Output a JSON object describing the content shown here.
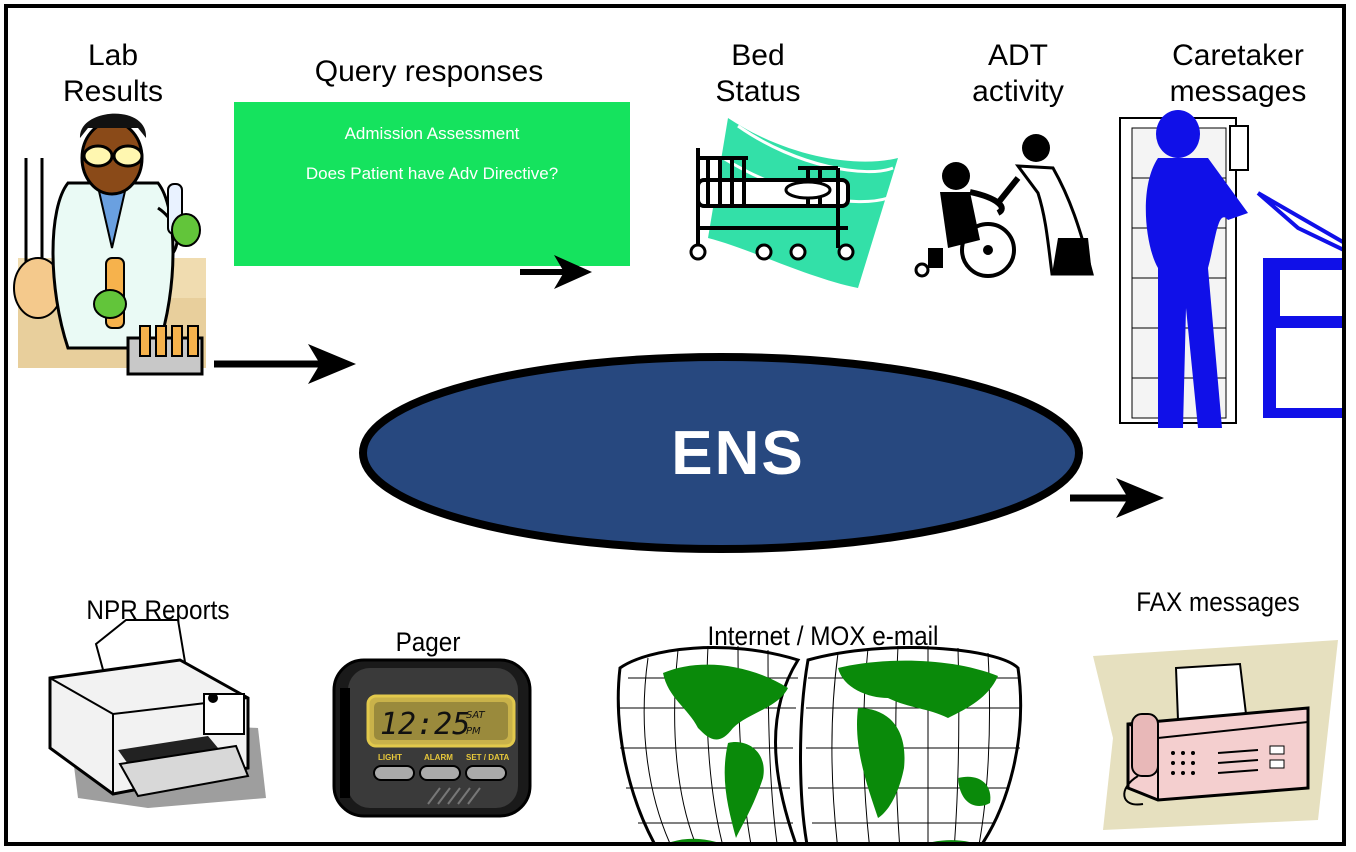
{
  "labels": {
    "lab_results_line1": "Lab",
    "lab_results_line2": "Results",
    "query_responses": "Query responses",
    "bed_status_line1": "Bed",
    "bed_status_line2": "Status",
    "adt_line1": "ADT",
    "adt_line2": "activity",
    "caretaker_line1": "Caretaker",
    "caretaker_line2": "messages",
    "npr_reports": "NPR Reports",
    "pager": "Pager",
    "internet_email": "Internet / MOX e-mail",
    "fax_messages": "FAX messages"
  },
  "query_box": {
    "line1": "Admission Assessment",
    "line2": "Does Patient have Adv Directive?"
  },
  "center": {
    "label": "ENS"
  },
  "pager_display": {
    "time": "12:25",
    "day": "SAT",
    "ampm": "PM",
    "btn_light": "LIGHT",
    "btn_alarm": "ALARM",
    "btn_set": "SET / DATA"
  },
  "colors": {
    "ens_fill": "#27487f",
    "query_box": "#15e35e",
    "caretaker_blue": "#1010e8",
    "map_green": "#0a8a0a",
    "bed_swoosh": "#33e0a8",
    "fax_backdrop": "#e6e0bf"
  },
  "icons": [
    "lab-technician-icon",
    "hospital-bed-icon",
    "wheelchair-icon",
    "caretaker-icon",
    "printer-icon",
    "pager-icon",
    "world-map-icon",
    "fax-machine-icon"
  ]
}
